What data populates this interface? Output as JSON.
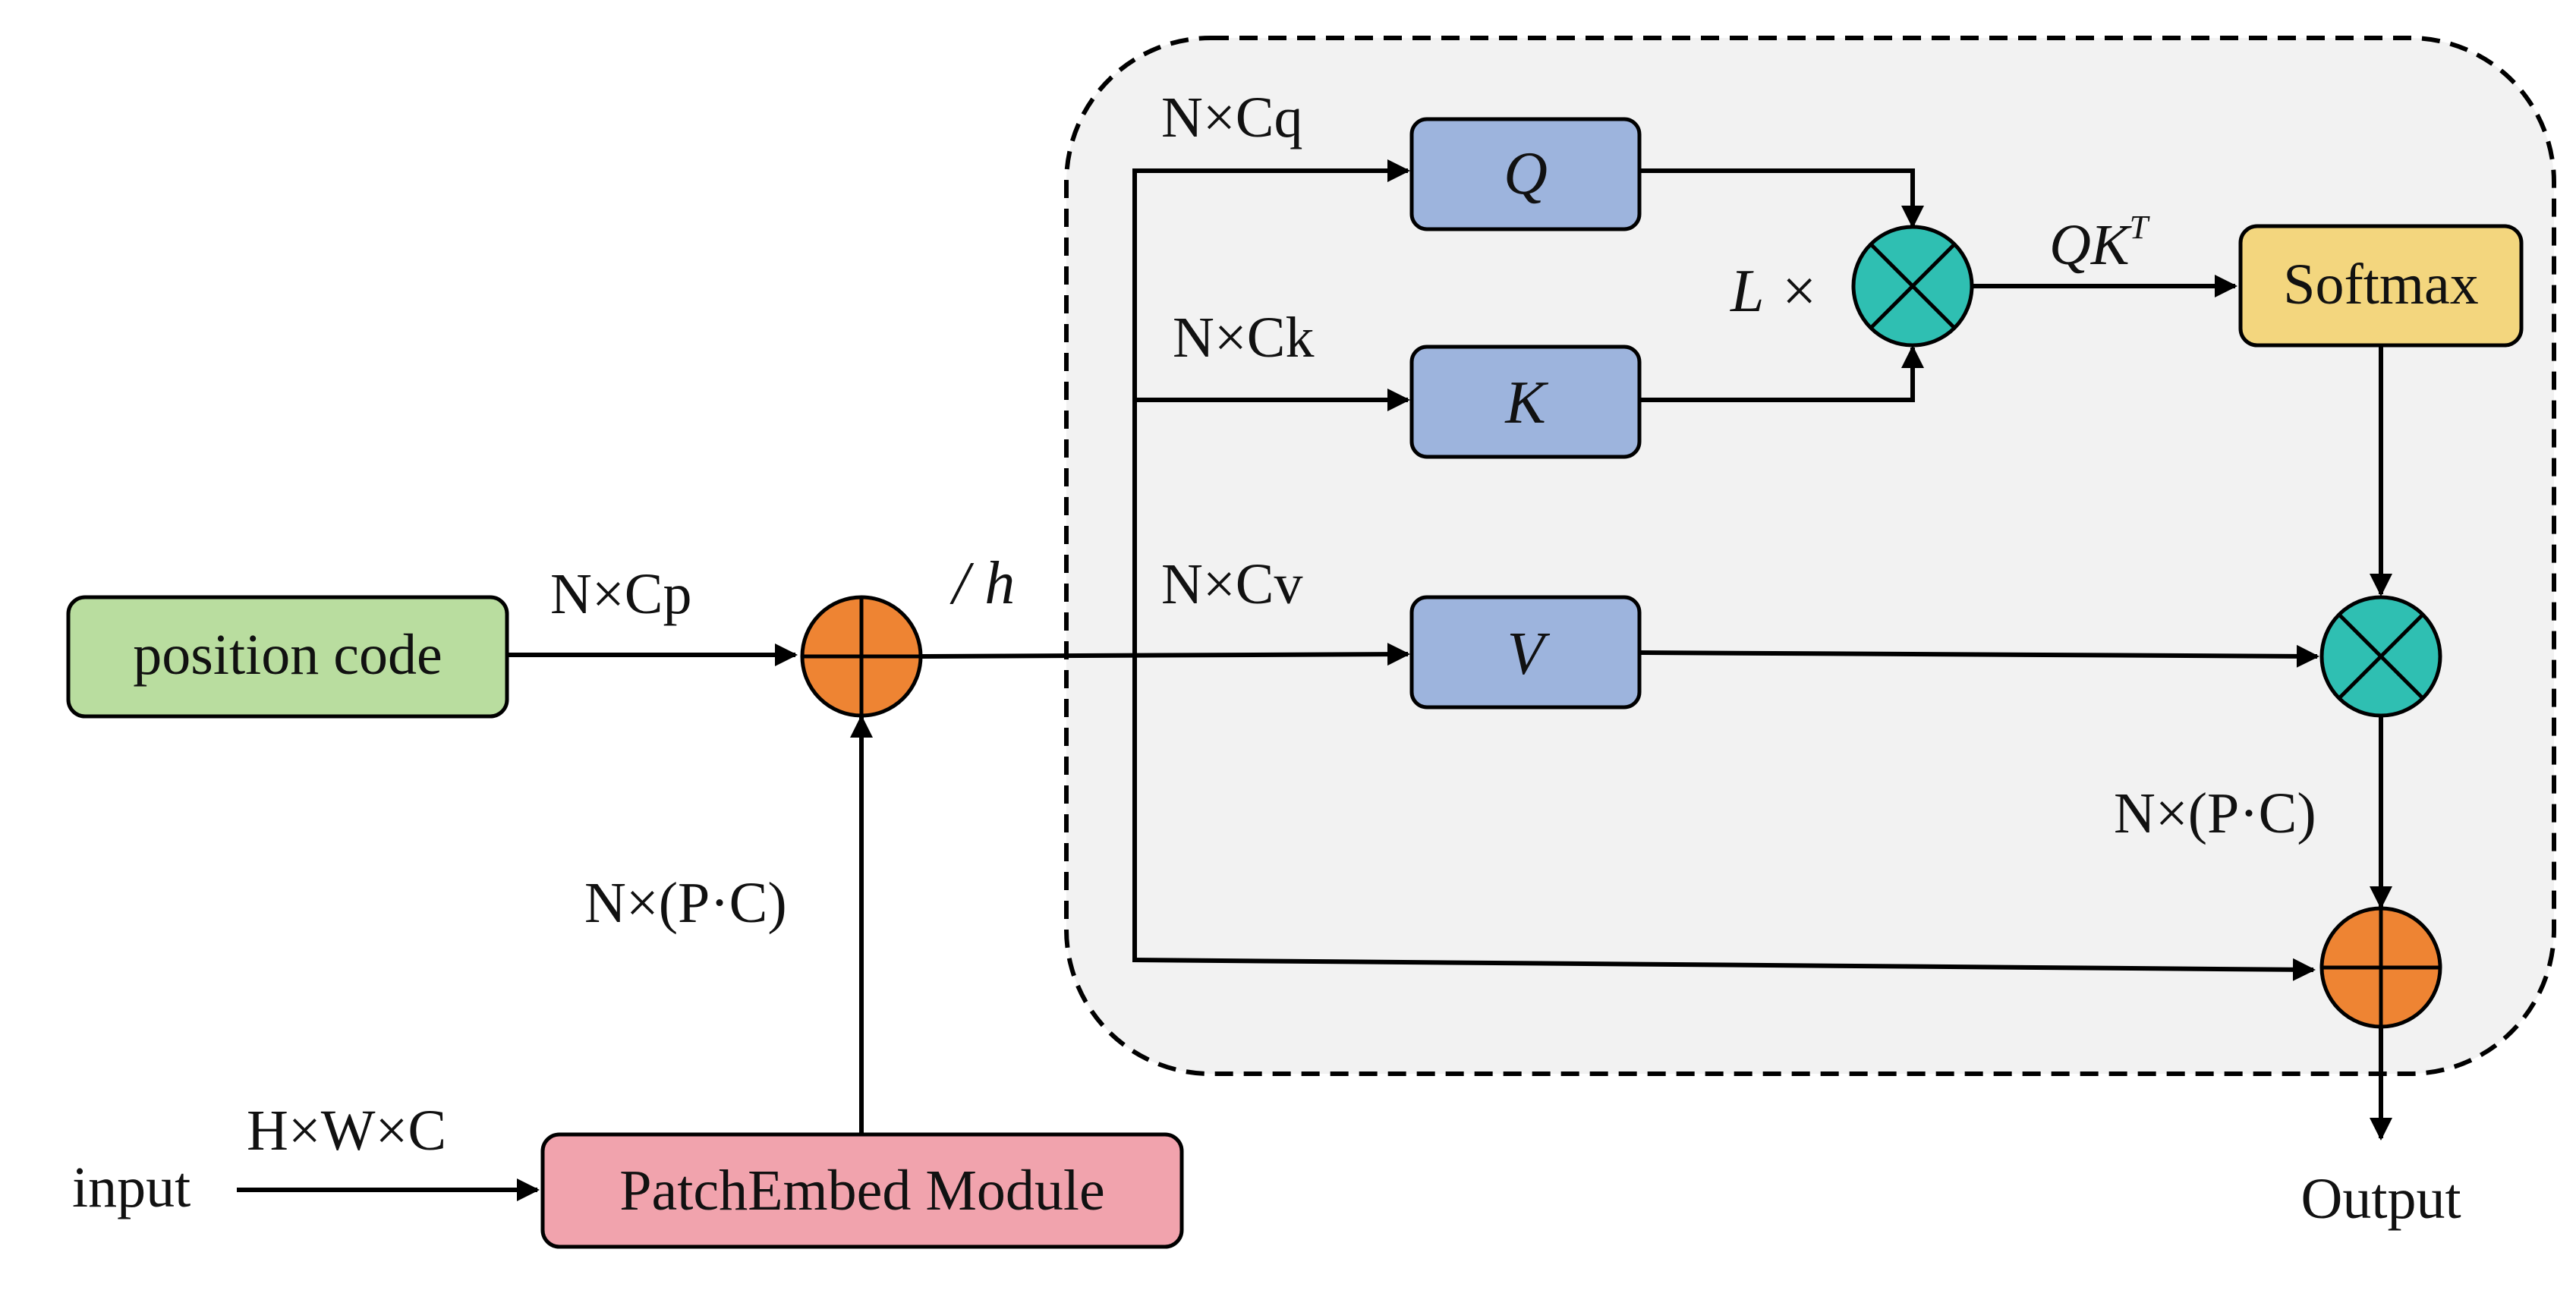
{
  "colors": {
    "position_code": "#b9dd9f",
    "patch_embed": "#f1a3ad",
    "qkv": "#9db4dd",
    "softmax": "#f3d67e",
    "plus_node": "#ee8433",
    "times_node": "#2fbfb2",
    "container_bg": "#f2f2f2"
  },
  "nodes": {
    "position_code": "position code",
    "patch_embed": "PatchEmbed Module",
    "q": "Q",
    "k": "K",
    "v": "V",
    "softmax": "Softmax",
    "input": "input",
    "output": "Output"
  },
  "labels": {
    "hwc": "H×W×C",
    "ncp": "N×Cp",
    "npc_left": "N×(P·C)",
    "div_h": "/ h",
    "ncq": "N×Cq",
    "nck": "N×Ck",
    "ncv": "N×Cv",
    "l_times": "L ×",
    "qk": "QK",
    "qk_sup": "T",
    "npc_right": "N×(P·C)"
  }
}
